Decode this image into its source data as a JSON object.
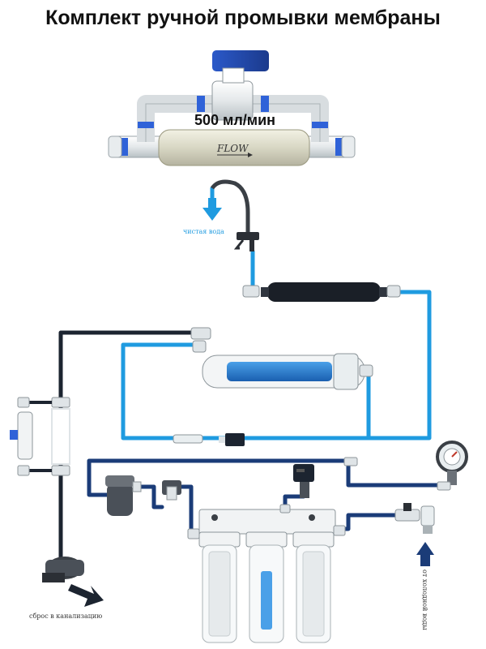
{
  "title": "Комплект ручной промывки мембраны",
  "flow_rate_label": "500 мл/мин",
  "flush_unit_marking": "FLOW",
  "clean_water_label": "чистая вода",
  "drain_label": "сброс в канализацию",
  "cold_water_inlet_label": "от холодной воды",
  "colors": {
    "blue_tube": "#1f9be0",
    "black_tube": "#1c2430",
    "navy_tube": "#1b3c78",
    "arrow_blue": "#1f9be0",
    "arrow_navy": "#1b3c78"
  }
}
